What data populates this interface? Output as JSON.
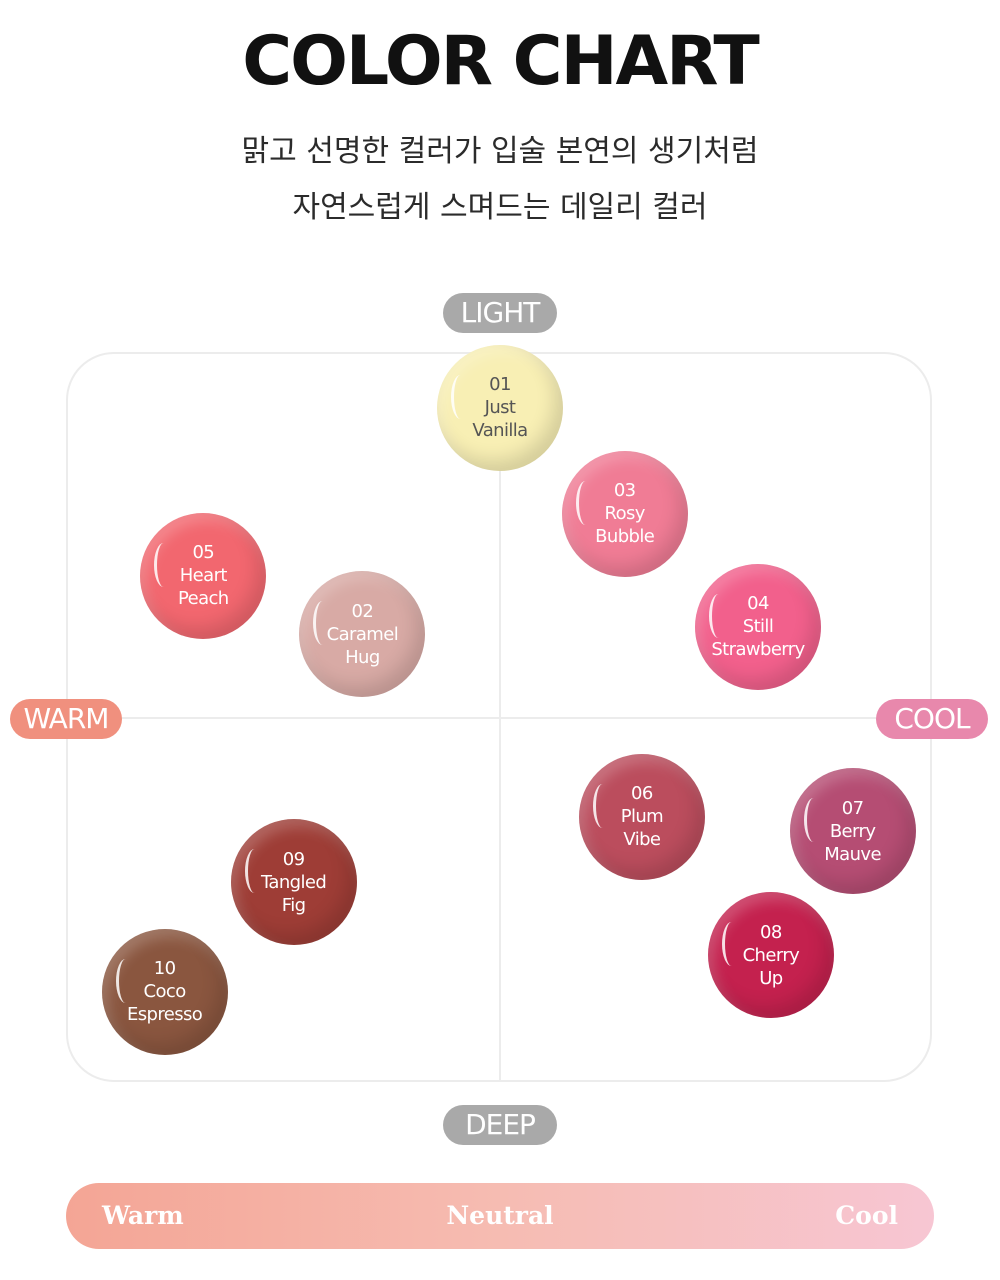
{
  "header": {
    "title": "COLOR CHART",
    "subtitle_lines": [
      "맑고 선명한 컬러가 입술 본연의 생기처럼",
      "자연스럽게 스며드는 데일리 컬러"
    ]
  },
  "axes": {
    "top": "LIGHT",
    "bottom": "DEEP",
    "left": "WARM",
    "right": "COOL",
    "colors": {
      "light_deep_pill": "#a9a9a9",
      "warm_pill": "#f0907e",
      "cool_pill": "#e888ac",
      "grid": "#ececec"
    }
  },
  "chart_data": {
    "type": "scatter",
    "axis_labels": {
      "x_negative": "WARM",
      "x_positive": "COOL",
      "y_positive": "LIGHT",
      "y_negative": "DEEP"
    },
    "x_range": [
      -1,
      1
    ],
    "y_range": [
      -1,
      1
    ],
    "points": [
      {
        "number": "01",
        "lines": [
          "Just",
          "Vanilla"
        ],
        "x": 0.0,
        "y": 0.85,
        "color": "#f8efb4",
        "text_color": "#555555"
      },
      {
        "number": "02",
        "lines": [
          "Caramel",
          "Hug"
        ],
        "x": -0.32,
        "y": 0.23,
        "color": "#d8aaa5",
        "text_color": "#ffffff"
      },
      {
        "number": "03",
        "lines": [
          "Rosy",
          "Bubble"
        ],
        "x": 0.29,
        "y": 0.56,
        "color": "#f07c95",
        "text_color": "#ffffff"
      },
      {
        "number": "04",
        "lines": [
          "Still",
          "Strawberry"
        ],
        "x": 0.6,
        "y": 0.25,
        "color": "#f2608c",
        "text_color": "#ffffff"
      },
      {
        "number": "05",
        "lines": [
          "Heart",
          "Peach"
        ],
        "x": -0.69,
        "y": 0.39,
        "color": "#f2676f",
        "text_color": "#ffffff"
      },
      {
        "number": "06",
        "lines": [
          "Plum",
          "Vibe"
        ],
        "x": 0.33,
        "y": -0.27,
        "color": "#bb4d5d",
        "text_color": "#ffffff"
      },
      {
        "number": "07",
        "lines": [
          "Berry",
          "Mauve"
        ],
        "x": 0.82,
        "y": -0.31,
        "color": "#b54d73",
        "text_color": "#ffffff"
      },
      {
        "number": "08",
        "lines": [
          "Cherry",
          "Up"
        ],
        "x": 0.63,
        "y": -0.65,
        "color": "#c4214e",
        "text_color": "#ffffff"
      },
      {
        "number": "09",
        "lines": [
          "Tangled",
          "Fig"
        ],
        "x": -0.48,
        "y": -0.45,
        "color": "#9e3d36",
        "text_color": "#ffffff"
      },
      {
        "number": "10",
        "lines": [
          "Coco",
          "Espresso"
        ],
        "x": -0.78,
        "y": -0.75,
        "color": "#8a563f",
        "text_color": "#ffffff"
      }
    ]
  },
  "gradient_bar": {
    "labels": [
      "Warm",
      "Neutral",
      "Cool"
    ],
    "colors": [
      "#f4a595",
      "#f6bcb2",
      "#f7c6d3"
    ]
  }
}
